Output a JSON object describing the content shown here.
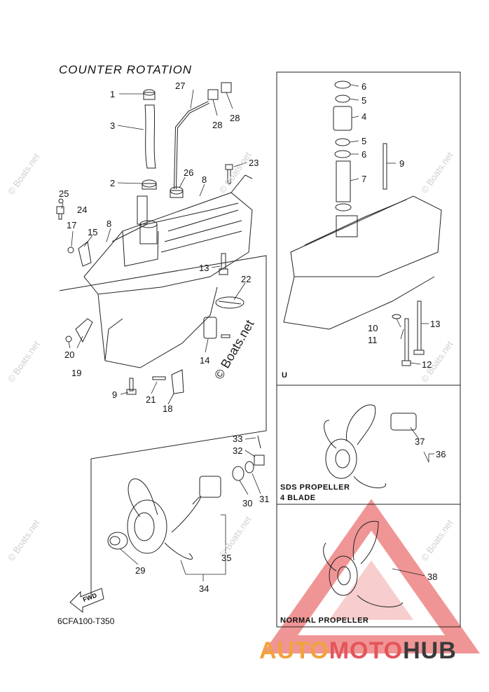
{
  "title": "COUNTER ROTATION",
  "diagram_code": "6CFA100-T350",
  "panels": {
    "u_label": "U",
    "sds_label_line1": "SDS PROPELLER",
    "sds_label_line2": "4 BLADE",
    "normal_label": "NORMAL PROPELLER"
  },
  "fwd_label": "FWD",
  "watermark": "© Boats.net",
  "brand": {
    "part1": "AUTO",
    "part2": "MOTO",
    "part3": "HUB"
  },
  "callouts": [
    {
      "id": "c1",
      "text": "1"
    },
    {
      "id": "c3",
      "text": "3"
    },
    {
      "id": "c2",
      "text": "2"
    },
    {
      "id": "c25",
      "text": "25"
    },
    {
      "id": "c24",
      "text": "24"
    },
    {
      "id": "c17",
      "text": "17"
    },
    {
      "id": "c15",
      "text": "15"
    },
    {
      "id": "c8a",
      "text": "8"
    },
    {
      "id": "c27",
      "text": "27"
    },
    {
      "id": "c28a",
      "text": "28"
    },
    {
      "id": "c28b",
      "text": "28"
    },
    {
      "id": "c26",
      "text": "26"
    },
    {
      "id": "c8b",
      "text": "8"
    },
    {
      "id": "c23",
      "text": "23"
    },
    {
      "id": "c13a",
      "text": "13"
    },
    {
      "id": "c22",
      "text": "22"
    },
    {
      "id": "c20",
      "text": "20"
    },
    {
      "id": "c19",
      "text": "19"
    },
    {
      "id": "c14",
      "text": "14"
    },
    {
      "id": "c9a",
      "text": "9"
    },
    {
      "id": "c21",
      "text": "21"
    },
    {
      "id": "c18",
      "text": "18"
    },
    {
      "id": "c33",
      "text": "33"
    },
    {
      "id": "c32",
      "text": "32"
    },
    {
      "id": "c30",
      "text": "30"
    },
    {
      "id": "c31",
      "text": "31"
    },
    {
      "id": "c29",
      "text": "29"
    },
    {
      "id": "c35",
      "text": "35"
    },
    {
      "id": "c34",
      "text": "34"
    },
    {
      "id": "c6a",
      "text": "6"
    },
    {
      "id": "c5a",
      "text": "5"
    },
    {
      "id": "c4",
      "text": "4"
    },
    {
      "id": "c5b",
      "text": "5"
    },
    {
      "id": "c6b",
      "text": "6"
    },
    {
      "id": "c7",
      "text": "7"
    },
    {
      "id": "c9b",
      "text": "9"
    },
    {
      "id": "c10",
      "text": "10"
    },
    {
      "id": "c11",
      "text": "11"
    },
    {
      "id": "c13b",
      "text": "13"
    },
    {
      "id": "c12",
      "text": "12"
    },
    {
      "id": "c37",
      "text": "37"
    },
    {
      "id": "c36",
      "text": "36"
    },
    {
      "id": "c38",
      "text": "38"
    }
  ]
}
